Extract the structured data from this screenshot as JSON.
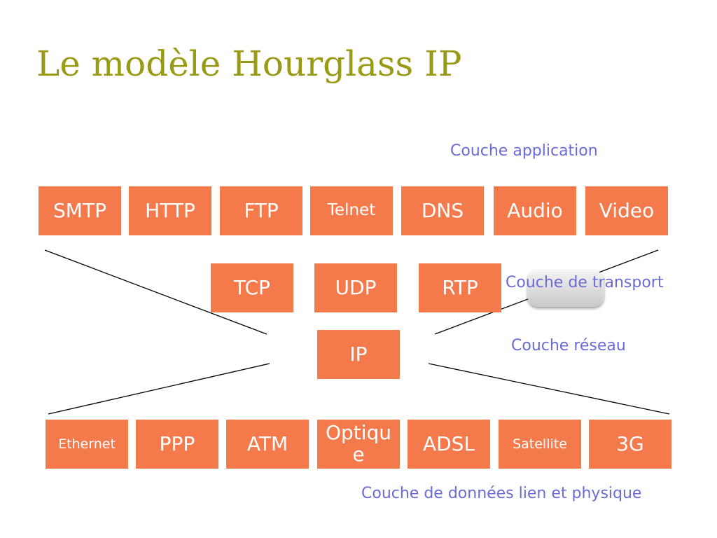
{
  "title": "Le modèle Hourglass IP",
  "layers": {
    "application": "Couche application",
    "transport": "Couche de transport",
    "network": "Couche réseau",
    "link": "Couche de données lien et physique"
  },
  "application_protocols": [
    "SMTP",
    "HTTP",
    "FTP",
    "Telnet",
    "DNS",
    "Audio",
    "Video"
  ],
  "transport_protocols": [
    "TCP",
    "UDP",
    "RTP"
  ],
  "network_protocol": "IP",
  "link_protocols": [
    "Ethernet",
    "PPP",
    "ATM",
    "Optique",
    "ADSL",
    "Satellite",
    "3G"
  ],
  "colors": {
    "box": "#f47a4c",
    "title": "#9a9a14",
    "label": "#6b6bd6"
  }
}
